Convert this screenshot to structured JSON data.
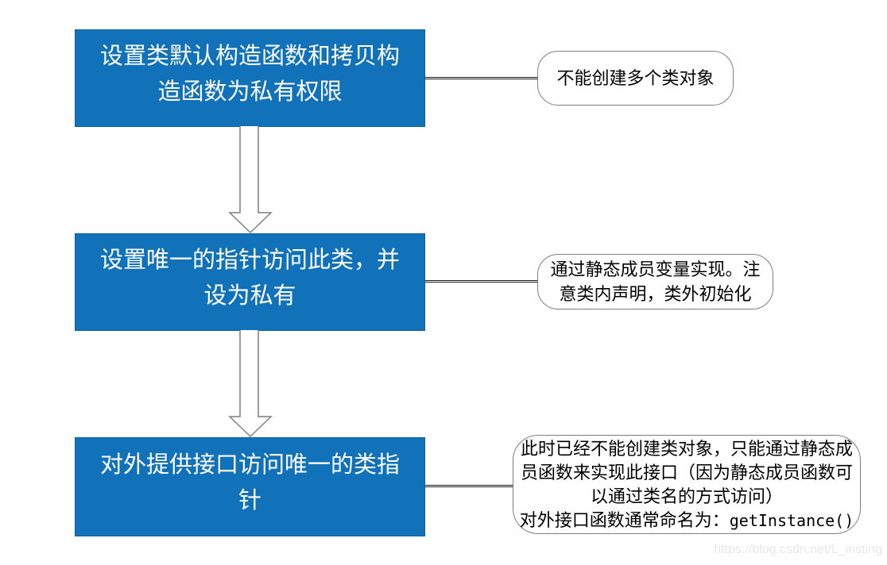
{
  "page": {
    "watermark": "https://blog.csdn.net/L_insting"
  },
  "colors": {
    "box_fill": "#1172B9",
    "box_border": "#0A63A5",
    "box_text": "#FFFFFF",
    "callout_border": "#7F7F7F",
    "callout_text": "#000000",
    "connector_line": "#1A1A1A",
    "arrow_outline": "#7F7F7F",
    "watermark_text": "#E7E7E7"
  },
  "flow": {
    "steps": [
      {
        "lines": [
          "设置类默认构造函数和拷贝构",
          "造函数为私有权限"
        ]
      },
      {
        "lines": [
          "设置唯一的指针访问此类，并",
          "设为私有"
        ]
      },
      {
        "lines": [
          "对外提供接口访问唯一的类指",
          "针"
        ]
      }
    ],
    "callouts": [
      {
        "lines": [
          "不能创建多个类对象"
        ]
      },
      {
        "lines": [
          "通过静态成员变量实现。注",
          "意类内声明，类外初始化"
        ]
      },
      {
        "lines": [
          "此时已经不能创建类对象，只能通过静态成",
          "员函数来实现此接口（因为静态成员函数可",
          "以通过类名的方式访问）"
        ],
        "last_line_prefix": "对外接口函数通常命名为：",
        "last_line_code": "getInstance()"
      }
    ]
  }
}
